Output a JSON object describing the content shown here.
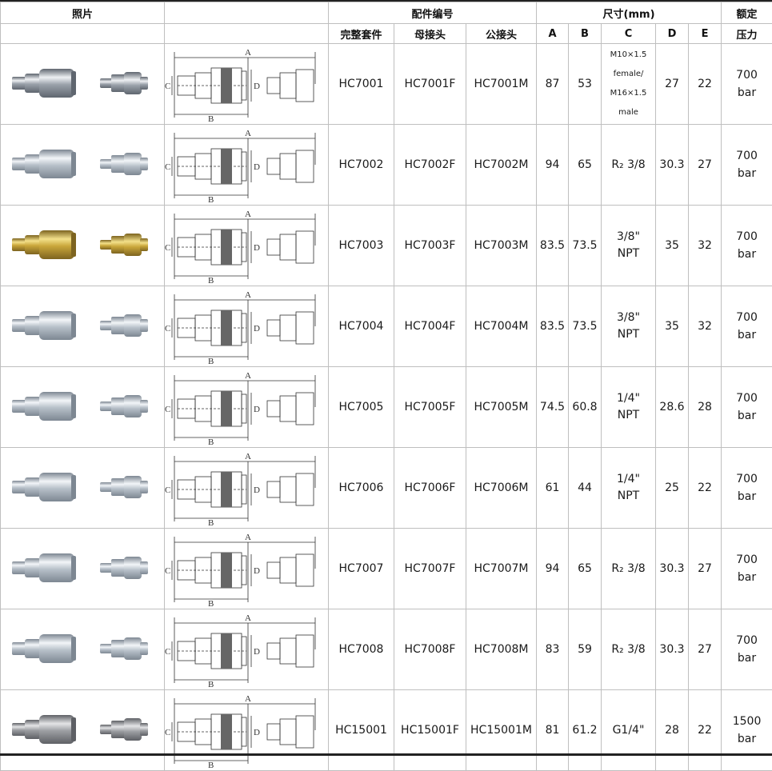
{
  "header": {
    "photo": "照片",
    "part_no": "配件编号",
    "dimensions": "尺寸(mm)",
    "rated_1": "额定",
    "rated_2": "压力",
    "complete_set": "完整套件",
    "female": "母接头",
    "male": "公接头",
    "a": "A",
    "b": "B",
    "c": "C",
    "d": "D",
    "e": "E"
  },
  "drawing_labels": {
    "a": "A",
    "b": "B",
    "c": "C",
    "d": "D"
  },
  "rows": [
    {
      "set": "HC7001",
      "female": "HC7001F",
      "male": "HC7001M",
      "a": "87",
      "b": "53",
      "c_lines": [
        "M10×1.5",
        "female/",
        "M16×1.5",
        "male"
      ],
      "d": "27",
      "e": "22",
      "pressure": "700",
      "unit": "bar",
      "finish": "chrome"
    },
    {
      "set": "HC7002",
      "female": "HC7002F",
      "male": "HC7002M",
      "a": "94",
      "b": "65",
      "c_lines": [
        "R₂ 3/8"
      ],
      "d": "30.3",
      "e": "27",
      "pressure": "700",
      "unit": "bar",
      "finish": "zinc"
    },
    {
      "set": "HC7003",
      "female": "HC7003F",
      "male": "HC7003M",
      "a": "83.5",
      "b": "73.5",
      "c_lines": [
        "3/8\"",
        "NPT"
      ],
      "d": "35",
      "e": "32",
      "pressure": "700",
      "unit": "bar",
      "finish": "yellow"
    },
    {
      "set": "HC7004",
      "female": "HC7004F",
      "male": "HC7004M",
      "a": "83.5",
      "b": "73.5",
      "c_lines": [
        "3/8\"",
        "NPT"
      ],
      "d": "35",
      "e": "32",
      "pressure": "700",
      "unit": "bar",
      "finish": "zinc"
    },
    {
      "set": "HC7005",
      "female": "HC7005F",
      "male": "HC7005M",
      "a": "74.5",
      "b": "60.8",
      "c_lines": [
        "1/4\"",
        "NPT"
      ],
      "d": "28.6",
      "e": "28",
      "pressure": "700",
      "unit": "bar",
      "finish": "zinc"
    },
    {
      "set": "HC7006",
      "female": "HC7006F",
      "male": "HC7006M",
      "a": "61",
      "b": "44",
      "c_lines": [
        "1/4\"",
        "NPT"
      ],
      "d": "25",
      "e": "22",
      "pressure": "700",
      "unit": "bar",
      "finish": "zinc"
    },
    {
      "set": "HC7007",
      "female": "HC7007F",
      "male": "HC7007M",
      "a": "94",
      "b": "65",
      "c_lines": [
        "R₂ 3/8"
      ],
      "d": "30.3",
      "e": "27",
      "pressure": "700",
      "unit": "bar",
      "finish": "zinc"
    },
    {
      "set": "HC7008",
      "female": "HC7008F",
      "male": "HC7008M",
      "a": "83",
      "b": "59",
      "c_lines": [
        "R₂ 3/8"
      ],
      "d": "30.3",
      "e": "27",
      "pressure": "700",
      "unit": "bar",
      "finish": "zinc"
    },
    {
      "set": "HC15001",
      "female": "HC15001F",
      "male": "HC15001M",
      "a": "81",
      "b": "61.2",
      "c_lines": [
        "G1/4\""
      ],
      "d": "28",
      "e": "22",
      "pressure": "1500",
      "unit": "bar",
      "finish": "steel"
    }
  ],
  "colors": {
    "chrome": [
      "#eef0f3",
      "#9aa1aa",
      "#5f666f"
    ],
    "zinc": [
      "#f2f5f8",
      "#b7c0c9",
      "#7d8792"
    ],
    "yellow": [
      "#f3e08a",
      "#c9a63a",
      "#7d6420"
    ],
    "steel": [
      "#e3e4e6",
      "#9c9ea2",
      "#5e6065"
    ],
    "line": "#333333",
    "border": "#bfbfbf"
  }
}
